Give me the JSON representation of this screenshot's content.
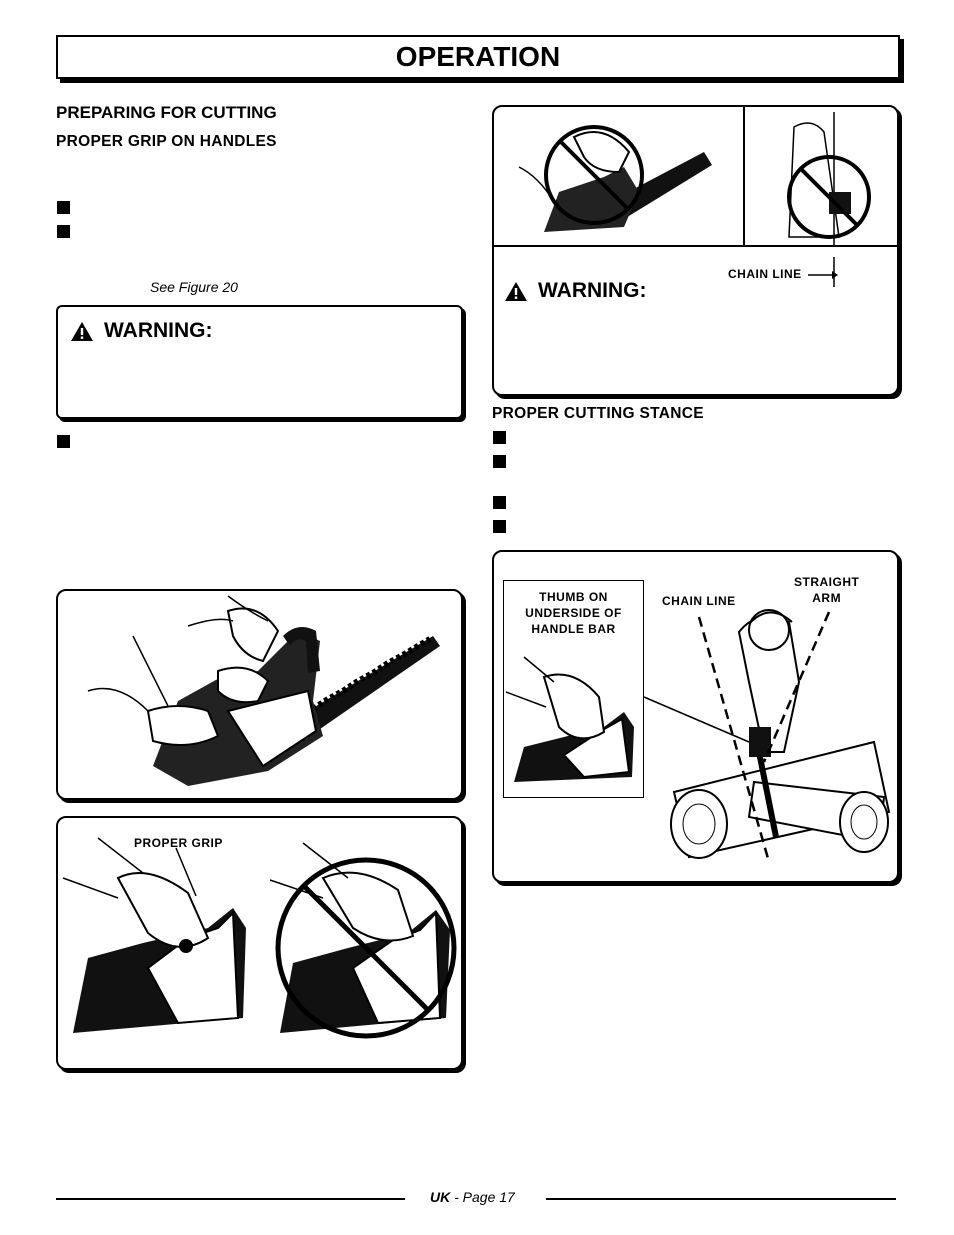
{
  "header": {
    "title": "OPERATION"
  },
  "left": {
    "heading": "PREPARING FOR CUTTING",
    "subheading": "PROPER GRIP ON HANDLES",
    "figure_ref": "See Figure 20",
    "warning_label": "WARNING:"
  },
  "right": {
    "chain_line_top": "CHAIN LINE",
    "warning_label": "WARNING:",
    "stance_heading": "PROPER CUTTING STANCE",
    "thumb_note_line1": "THUMB ON",
    "thumb_note_line2": "UNDERSIDE OF",
    "thumb_note_line3": "HANDLE BAR",
    "chain_line_stance": "CHAIN LINE",
    "straight_arm_line1": "STRAIGHT",
    "straight_arm_line2": "ARM"
  },
  "figures": {
    "proper_grip_label": "PROPER GRIP"
  },
  "footer": {
    "page_prefix": "UK",
    "page_text": " - Page 17"
  }
}
